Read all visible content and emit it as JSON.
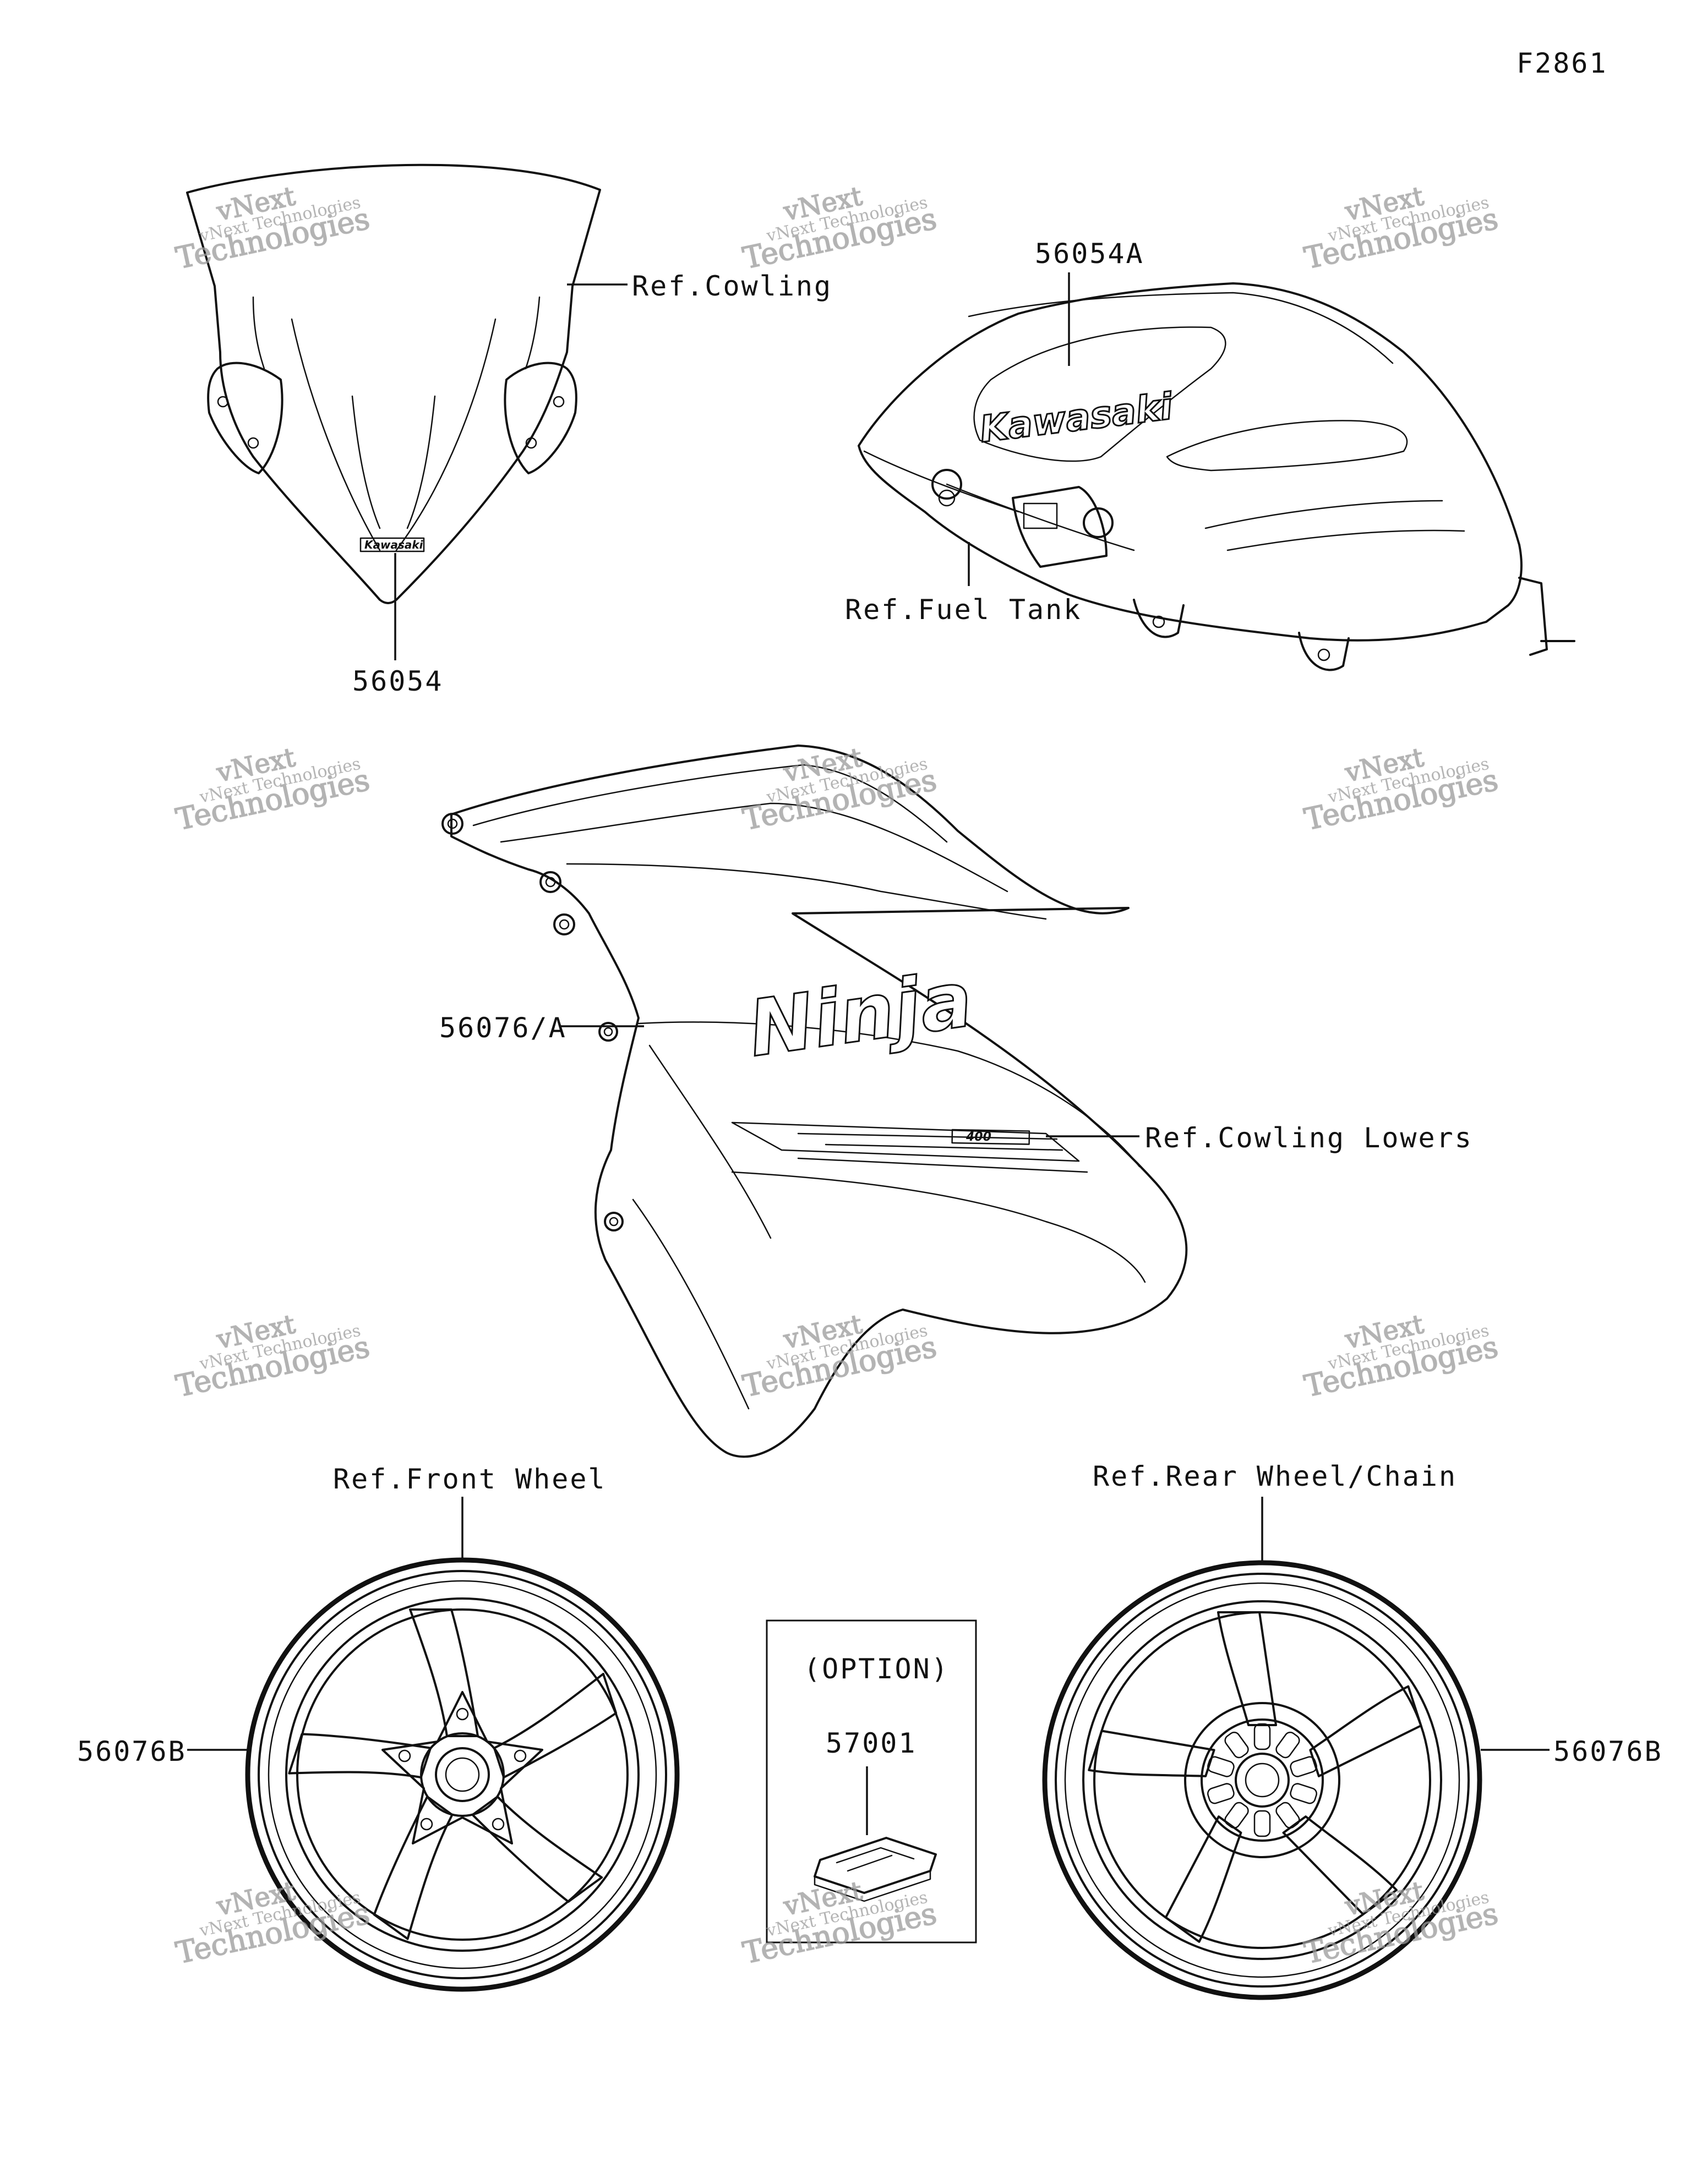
{
  "figure_id": "F2861",
  "callouts": {
    "windshield_part": "56054",
    "windshield_ref": "Ref.Cowling",
    "tank_part": "56054A",
    "tank_ref": "Ref.Fuel Tank",
    "cowling_part": "56076/A",
    "cowling_ref": "Ref.Cowling Lowers",
    "front_wheel_ref": "Ref.Front Wheel",
    "front_wheel_part": "56076B",
    "rear_wheel_ref": "Ref.Rear Wheel/Chain",
    "rear_wheel_part": "56076B",
    "option_label": "(OPTION)",
    "option_part": "57001"
  },
  "decal_text": {
    "windshield_logo": "Kawasaki",
    "tank_logo": "Kawasaki",
    "cowling_logo": "Ninja",
    "cowling_model": "400"
  },
  "watermark": {
    "line1": "vNext",
    "line2": "vNext Technologies",
    "line3": "Technologies"
  }
}
